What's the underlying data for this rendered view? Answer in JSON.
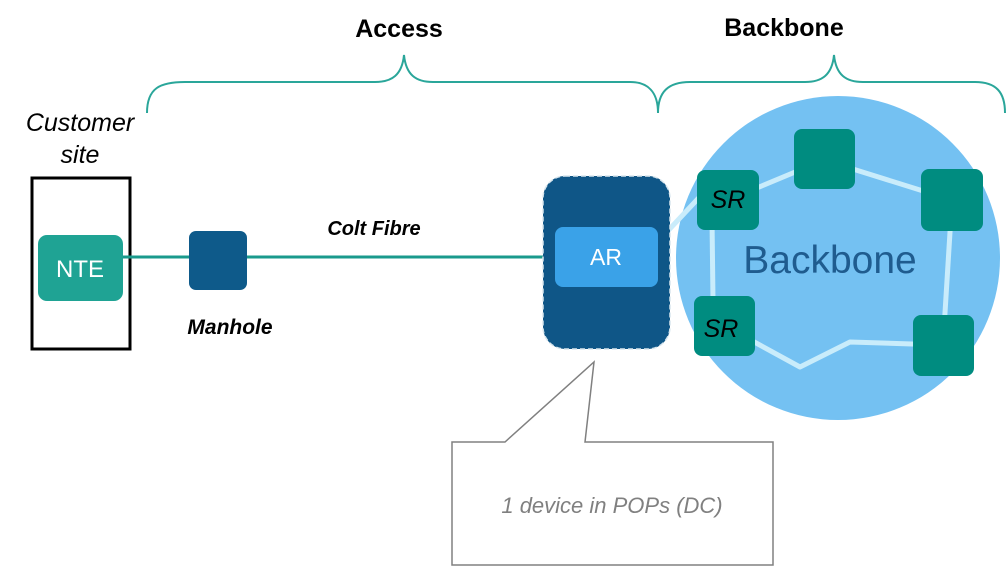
{
  "labels": {
    "access": "Access",
    "backbone_header": "Backbone",
    "customer_site_line1": "Customer",
    "customer_site_line2": "site",
    "nte": "NTE",
    "manhole": "Manhole",
    "colt_fibre": "Colt Fibre",
    "ar": "AR",
    "backbone_cloud": "Backbone",
    "sr_top": "SR",
    "sr_bottom": "SR",
    "callout": "1 device in POPs (DC)"
  },
  "colors": {
    "teal_bracket": "#2aa69a",
    "nte": "#1fa394",
    "fibre": "#1a9a8c",
    "manhole": "#0e5a8a",
    "pop_box": "#0f5687",
    "ar_box": "#3aa2e8",
    "cloud": "#74c1f2",
    "cloud_text": "#1f5c8f",
    "node": "#008c80",
    "ring": "#c9ecfb",
    "callout_text": "#808080",
    "callout_border": "#808080"
  }
}
